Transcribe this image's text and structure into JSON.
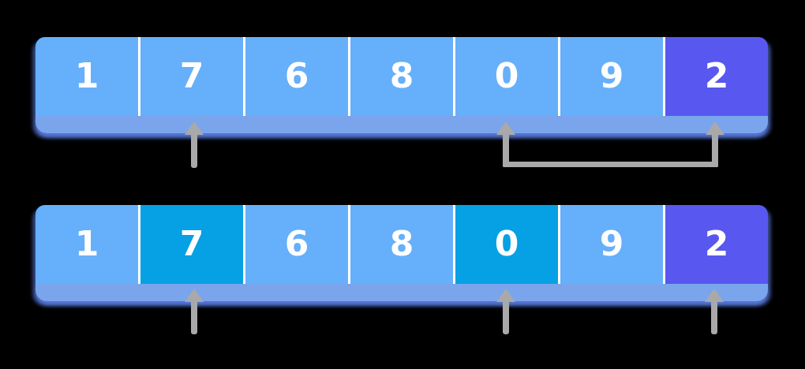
{
  "colors": {
    "canvas_background": "#000000",
    "cell_default": "#66AFFA",
    "cell_highlight": "#06A0E4",
    "cell_pivot": "#5857F0",
    "cell_divider": "#FFFFFF",
    "bar_shadow_edge": "#7AA5EC",
    "arrow": "#A9A9A9",
    "digit_text": "#FFFFFF"
  },
  "top_array": {
    "values": [
      "1",
      "7",
      "6",
      "8",
      "0",
      "9",
      "2"
    ],
    "cell_styles": [
      "default",
      "default",
      "default",
      "default",
      "default",
      "default",
      "pivot"
    ],
    "pointer_indexes": [
      1
    ],
    "swap_connector": {
      "from_index": 4,
      "to_index": 6
    }
  },
  "bottom_array": {
    "values": [
      "1",
      "7",
      "6",
      "8",
      "0",
      "9",
      "2"
    ],
    "cell_styles": [
      "default",
      "highlight",
      "default",
      "default",
      "highlight",
      "default",
      "pivot"
    ],
    "pointer_indexes": [
      1,
      4,
      6
    ]
  }
}
